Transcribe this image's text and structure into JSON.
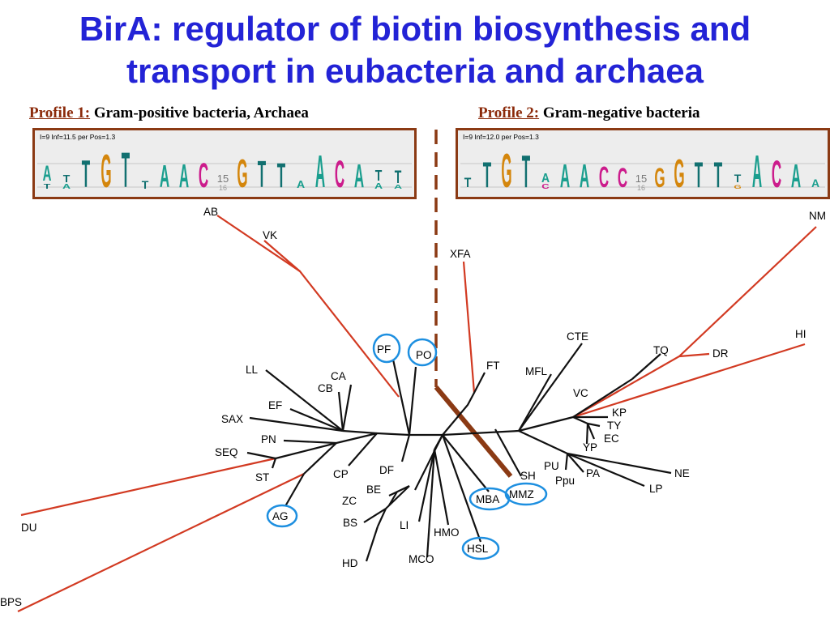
{
  "title": {
    "line1": "BirA: regulator of biotin biosynthesis and",
    "line2": "transport in eubacteria and archaea"
  },
  "profile1": {
    "name": "Profile 1:",
    "description": "Gram-positive bacteria, Archaea",
    "logo_header": "I=9 Inf=11.5  per Pos=1.3"
  },
  "profile2": {
    "name": "Profile 2:",
    "description": "Gram-negative bacteria",
    "logo_header": "I=9 Inf=12.0  per Pos=1.3"
  },
  "colors": {
    "title": "#2323d6",
    "profile_name": "#8b2a0a",
    "red_branch": "#d23a22",
    "brown_branch": "#8b3a14",
    "circle": "#1d8fe0",
    "nuc_A": "#1a9e8e",
    "nuc_C": "#cc1c8c",
    "nuc_G": "#d4860c",
    "nuc_T": "#117070"
  },
  "tree_labels": {
    "AB": "AB",
    "VK": "VK",
    "XFA": "XFA",
    "NM": "NM",
    "HI": "HI",
    "PF": "PF",
    "PO": "PO",
    "CTE": "CTE",
    "TQ": "TQ",
    "DR": "DR",
    "LL": "LL",
    "CA": "CA",
    "CB": "CB",
    "FT": "FT",
    "MFL": "MFL",
    "VC": "VC",
    "KP": "KP",
    "TY": "TY",
    "EC": "EC",
    "YP": "YP",
    "EF": "EF",
    "SAX": "SAX",
    "PN": "PN",
    "SEQ": "SEQ",
    "ST": "ST",
    "CP": "CP",
    "DF": "DF",
    "SH": "SH",
    "PU": "PU",
    "Ppu": "Ppu",
    "PA": "PA",
    "NE": "NE",
    "LP": "LP",
    "BE": "BE",
    "ZC": "ZC",
    "MBA": "MBA",
    "MMZ": "MMZ",
    "AG": "AG",
    "BS": "BS",
    "LI": "LI",
    "HMO": "HMO",
    "HSL": "HSL",
    "MCO": "MCO",
    "HD": "HD",
    "DU": "DU",
    "BPS": "BPS"
  }
}
